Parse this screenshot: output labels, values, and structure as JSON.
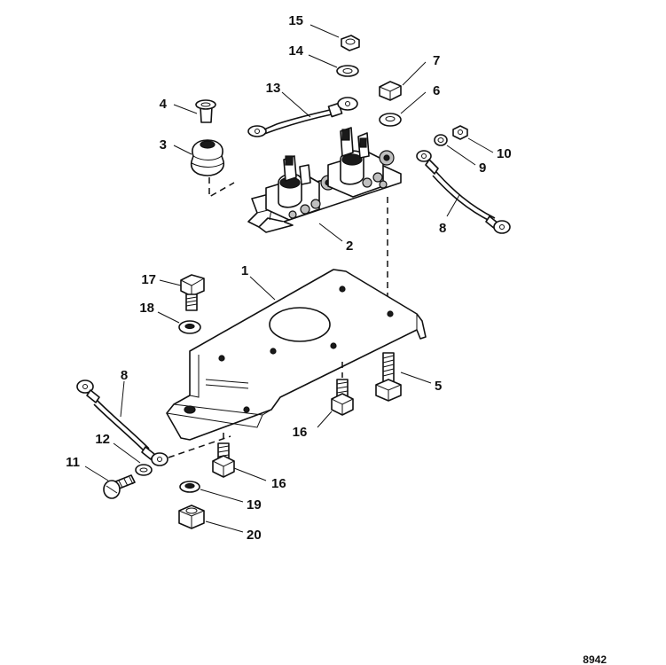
{
  "figure_id": "8942",
  "callouts": {
    "c1": "1",
    "c2": "2",
    "c3": "3",
    "c4": "4",
    "c5": "5",
    "c6": "6",
    "c7": "7",
    "c8a": "8",
    "c8b": "8",
    "c9": "9",
    "c10": "10",
    "c11": "11",
    "c12": "12",
    "c13": "13",
    "c14": "14",
    "c15": "15",
    "c16a": "16",
    "c16b": "16",
    "c17": "17",
    "c18": "18",
    "c19": "19",
    "c20": "20"
  }
}
